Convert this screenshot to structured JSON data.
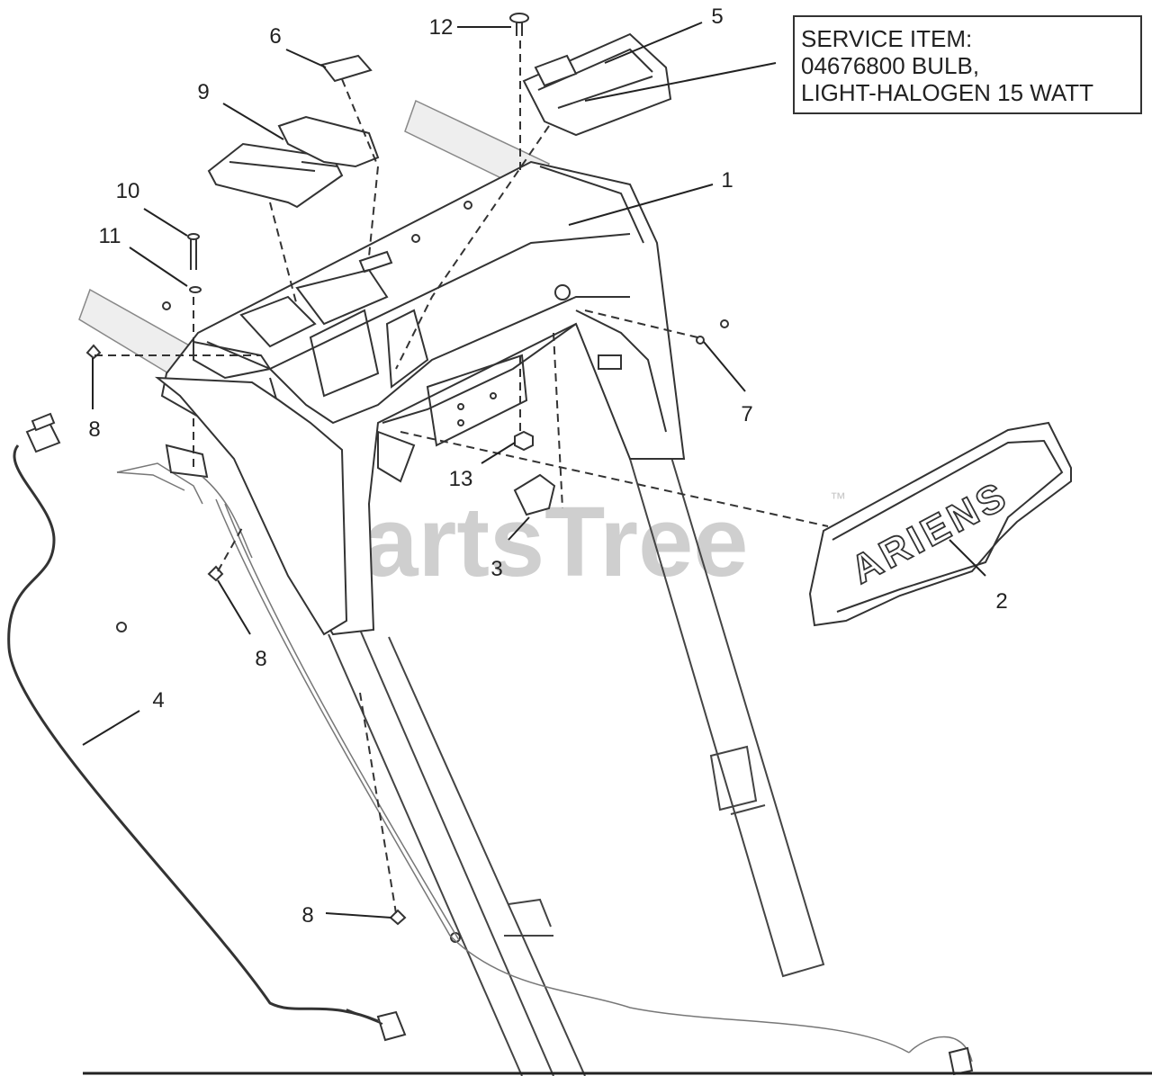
{
  "callouts": {
    "c1": "1",
    "c2": "2",
    "c3": "3",
    "c4": "4",
    "c5": "5",
    "c6": "6",
    "c7": "7",
    "c8a": "8",
    "c8b": "8",
    "c8c": "8",
    "c9": "9",
    "c10": "10",
    "c11": "11",
    "c12": "12",
    "c13": "13"
  },
  "service_note": {
    "line1": "SERVICE ITEM:",
    "line2": "04676800 BULB,",
    "line3": "LIGHT-HALOGEN 15 WATT"
  },
  "brand_text": "ARIENS",
  "watermark": {
    "text": "PartsTree",
    "tm": "™"
  }
}
